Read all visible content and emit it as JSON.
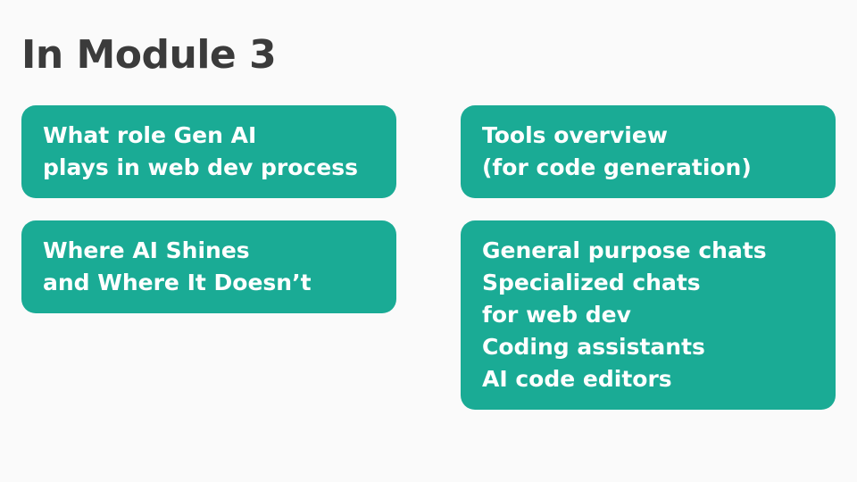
{
  "slide": {
    "title": "In Module 3",
    "cards": [
      {
        "lines": [
          "What role Gen AI",
          "plays in web dev process"
        ]
      },
      {
        "lines": [
          "Tools overview",
          "(for code generation)"
        ]
      },
      {
        "lines": [
          "Where AI Shines",
          "and Where It Doesn’t"
        ]
      },
      {
        "lines": [
          "General purpose chats",
          "Specialized chats",
          "for web dev",
          "Coding assistants",
          "AI code editors"
        ]
      }
    ]
  },
  "colors": {
    "background": "#fafafa",
    "title": "#3b3b3b",
    "card": "#1aab95",
    "card_text": "#ffffff"
  }
}
